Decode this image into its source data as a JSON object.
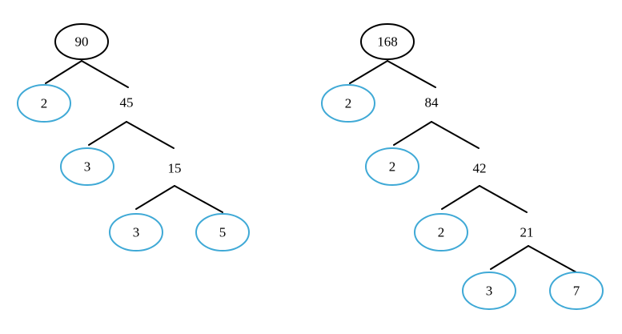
{
  "colors": {
    "prime_circle": "#3fa9d6",
    "root_circle": "#000000",
    "line": "#000000",
    "text": "#000000"
  },
  "trees": [
    {
      "root": "90",
      "nodes": {
        "n90": "90",
        "n2": "2",
        "n45": "45",
        "n3a": "3",
        "n15": "15",
        "n3b": "3",
        "n5": "5"
      }
    },
    {
      "root": "168",
      "nodes": {
        "n168": "168",
        "n2a": "2",
        "n84": "84",
        "n2b": "2",
        "n42": "42",
        "n2c": "2",
        "n21": "21",
        "n3": "3",
        "n7": "7"
      }
    }
  ]
}
